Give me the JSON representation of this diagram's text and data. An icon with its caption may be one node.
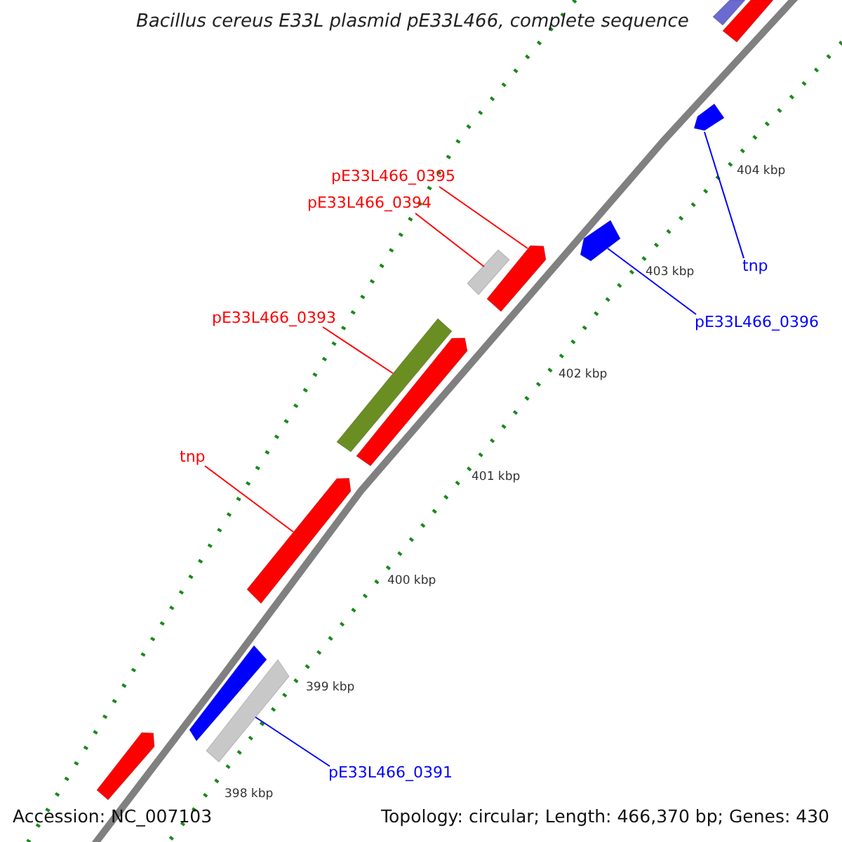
{
  "diagram": {
    "title": "Bacillus cereus E33L plasmid pE33L466, complete sequence",
    "nodes": [
      {
        "text": [
          "pE33L466_0395"
        ]
      },
      {
        "text": [
          "pE33L466_0394"
        ]
      },
      {
        "text": [
          "pE33L466_0393"
        ]
      },
      {
        "text": [
          "tnp"
        ]
      },
      {
        "text": [
          "tnp"
        ]
      },
      {
        "text": [
          "pE33L466_0396"
        ]
      },
      {
        "text": [
          "pE33L466_0391"
        ]
      },
      {
        "text": [],
        "shape": "arrow"
      },
      {
        "text": [],
        "shape": "bar"
      },
      {
        "text": [],
        "shape": "bar"
      },
      {
        "text": [],
        "shape": "arrow"
      },
      {
        "text": [],
        "shape": "arrow"
      },
      {
        "text": [],
        "shape": "arrow"
      },
      {
        "text": [],
        "shape": "arrow"
      },
      {
        "text": [],
        "shape": "bar"
      },
      {
        "text": [],
        "shape": "bar"
      },
      {
        "text": [],
        "shape": "arrow"
      },
      {
        "text": [],
        "shape": "bar"
      },
      {
        "text": [],
        "shape": "bar"
      }
    ],
    "edges": [
      {
        "from": 0,
        "to": 7,
        "arrow": "none"
      },
      {
        "from": 1,
        "to": 8,
        "arrow": "none"
      },
      {
        "from": 2,
        "to": 9,
        "arrow": "none"
      },
      {
        "from": 3,
        "to": 11,
        "arrow": "none"
      },
      {
        "from": 4,
        "to": 13,
        "arrow": "none",
        "color": "#0000ff"
      },
      {
        "from": 5,
        "to": 12,
        "arrow": "none",
        "color": "#0000ff"
      },
      {
        "from": 6,
        "to": 15,
        "arrow": "none",
        "color": "#0000ff"
      }
    ],
    "labels": [
      "404 kbp",
      "403 kbp",
      "402 kbp",
      "401 kbp",
      "400 kbp",
      "399 kbp",
      "398 kbp",
      "Accession: NC_007103",
      "Topology: circular; Length: 466,370 bp; Genes: 430"
    ]
  }
}
